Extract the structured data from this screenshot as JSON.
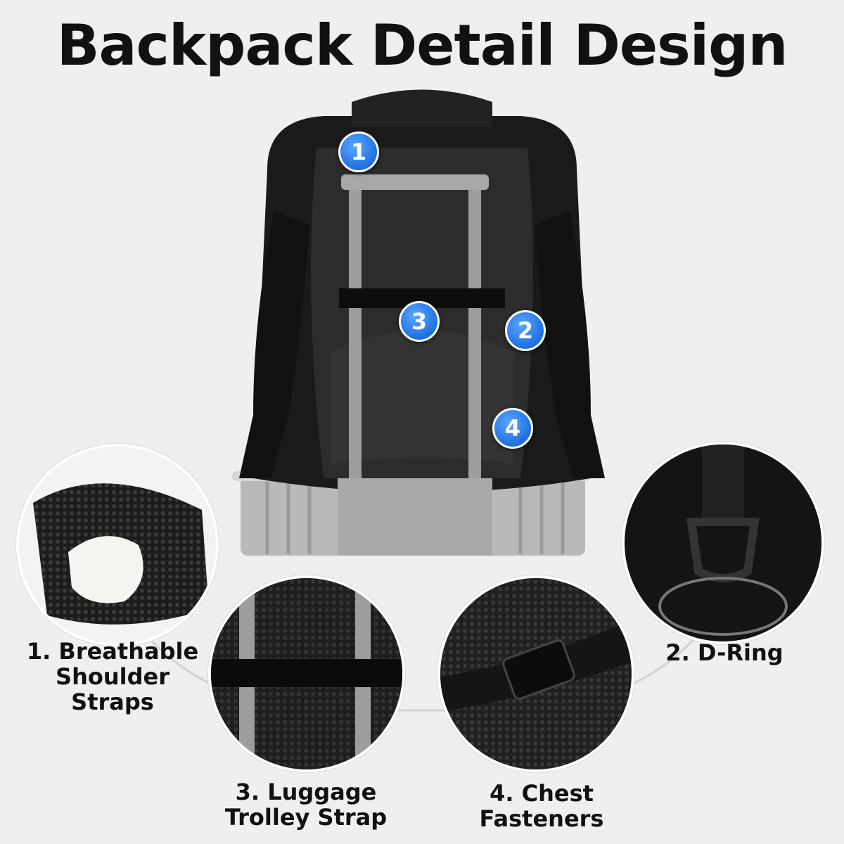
{
  "title": "Backpack Detail Design",
  "badges": [
    "1",
    "2",
    "3",
    "4"
  ],
  "features": [
    {
      "lines": [
        "1. Breathable",
        "Shoulder",
        "Straps"
      ]
    },
    {
      "lines": [
        "2. D-Ring"
      ]
    },
    {
      "lines": [
        "3. Luggage",
        "Trolley Strap"
      ]
    },
    {
      "lines": [
        "4. Chest",
        "Fasteners"
      ]
    }
  ],
  "colors": {
    "background": "#efefef",
    "badge": "#2b7de9",
    "text": "#111111"
  }
}
